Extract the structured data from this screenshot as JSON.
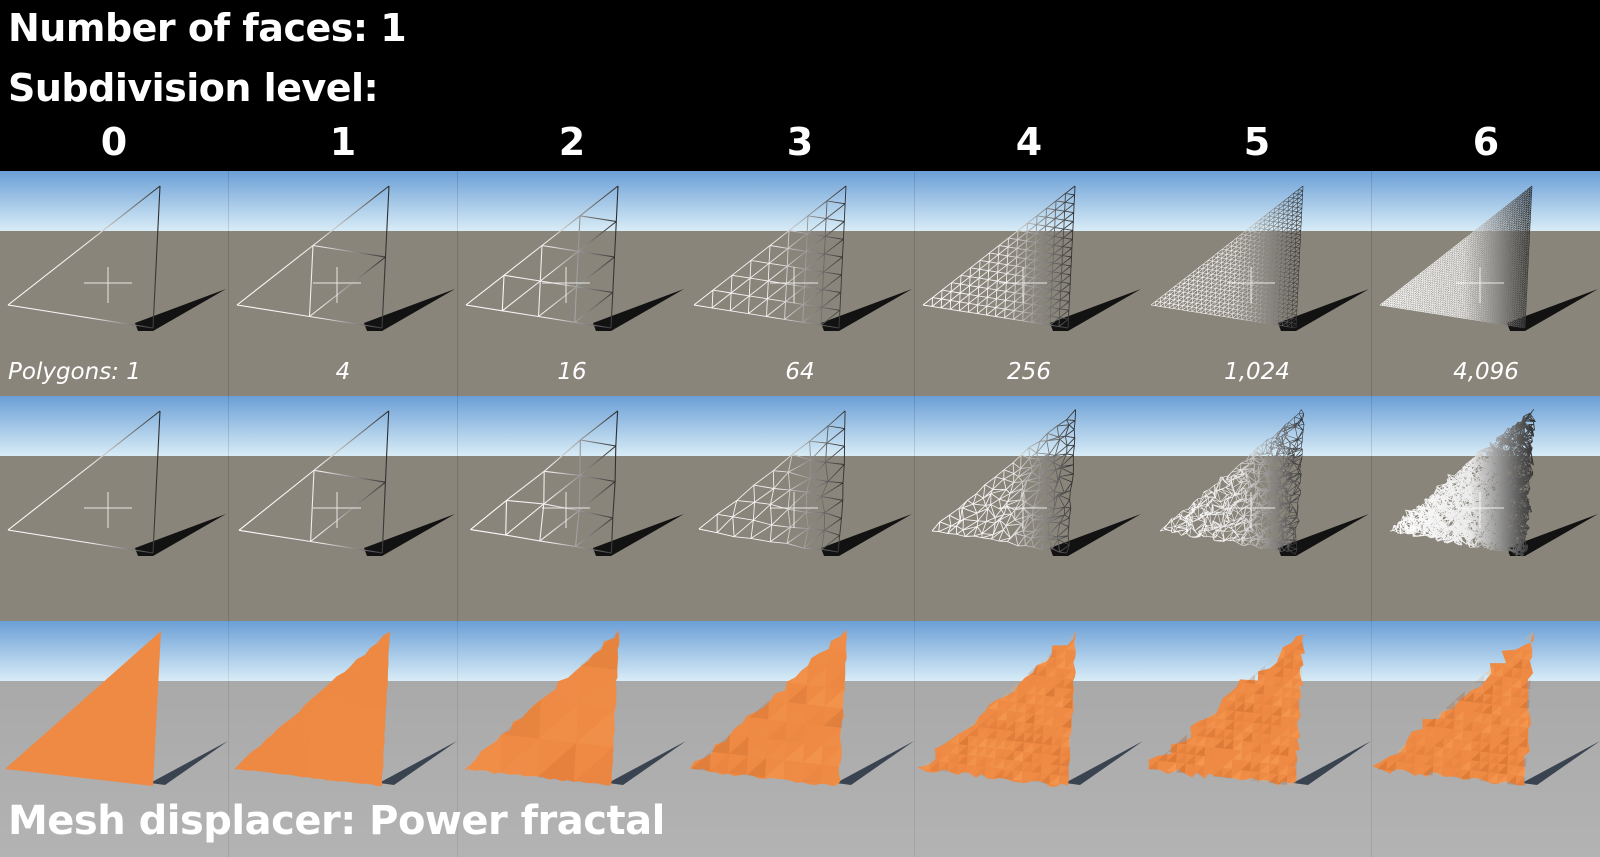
{
  "header": {
    "faces_line": "Number of faces: 1",
    "subdivision_line": "Subdivision level:"
  },
  "levels": [
    "0",
    "1",
    "2",
    "3",
    "4",
    "5",
    "6"
  ],
  "polygons": [
    "Polygons: 1",
    "4",
    "16",
    "64",
    "256",
    "1,024",
    "4,096"
  ],
  "footer": {
    "caption": "Mesh displacer: Power fractal"
  },
  "colors": {
    "background": "#000000",
    "sky_top": "#6b9fd6",
    "sky_horizon": "#d8ecf6",
    "ground_rows": "#8a857a",
    "ground_render": "#b3b3b3",
    "mesh_orange": "#ee8a44",
    "shadow": "#121212"
  }
}
